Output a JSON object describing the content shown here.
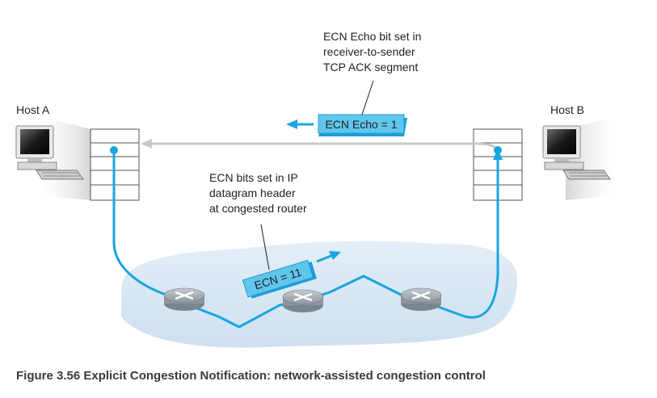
{
  "labels": {
    "host_a": "Host A",
    "host_b": "Host B",
    "ecn_echo_note": [
      "ECN Echo bit set in",
      "receiver-to-sender",
      "TCP ACK segment"
    ],
    "ecn_bits_note": [
      "ECN bits set in IP",
      "datagram header",
      "at congested router"
    ],
    "ecn_echo_tag": "ECN Echo = 1",
    "ecn_tag": "ECN = 11"
  },
  "caption": "Figure 3.56 Explicit Congestion Notification: network-assisted congestion control",
  "colors": {
    "data_path": "#1aa6df",
    "ack_path": "#c8c8c8",
    "tag_fill": "#5fc6ee",
    "cloud_fill": "#dbe9f5",
    "router_fill": "#9aa3ab"
  }
}
